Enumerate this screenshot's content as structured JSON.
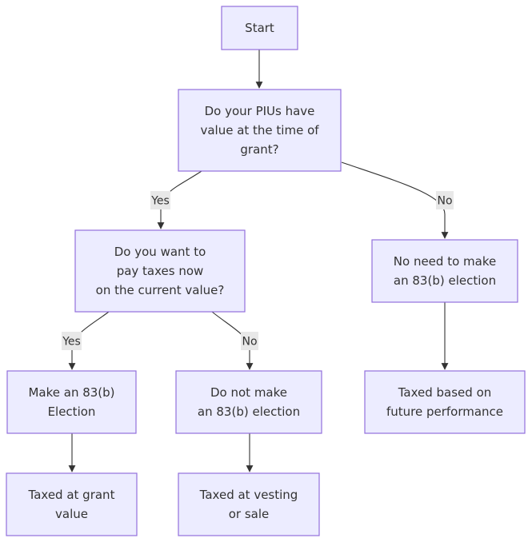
{
  "nodes": {
    "start": {
      "lines": [
        "Start"
      ]
    },
    "q_value": {
      "lines": [
        "Do your PIUs have",
        "value at the time of",
        "grant?"
      ]
    },
    "q_taxes": {
      "lines": [
        "Do you want to",
        "pay taxes now",
        "on the current value?"
      ]
    },
    "no_need": {
      "lines": [
        "No need to make",
        "an 83(b) election"
      ]
    },
    "make_83b": {
      "lines": [
        "Make an 83(b)",
        "Election"
      ]
    },
    "do_not_make": {
      "lines": [
        "Do not make",
        "an 83(b) election"
      ]
    },
    "taxed_perf": {
      "lines": [
        "Taxed based on",
        "future performance"
      ]
    },
    "taxed_grant": {
      "lines": [
        "Taxed at grant",
        "value"
      ]
    },
    "taxed_vesting": {
      "lines": [
        "Taxed at vesting",
        "or sale"
      ]
    }
  },
  "edge_labels": {
    "value_yes": "Yes",
    "value_no": "No",
    "taxes_yes": "Yes",
    "taxes_no": "No"
  },
  "colors": {
    "node_fill": "#ececff",
    "node_border": "#9370db",
    "edge": "#333333",
    "label_bg": "#e8e8e8",
    "text": "#333333"
  }
}
